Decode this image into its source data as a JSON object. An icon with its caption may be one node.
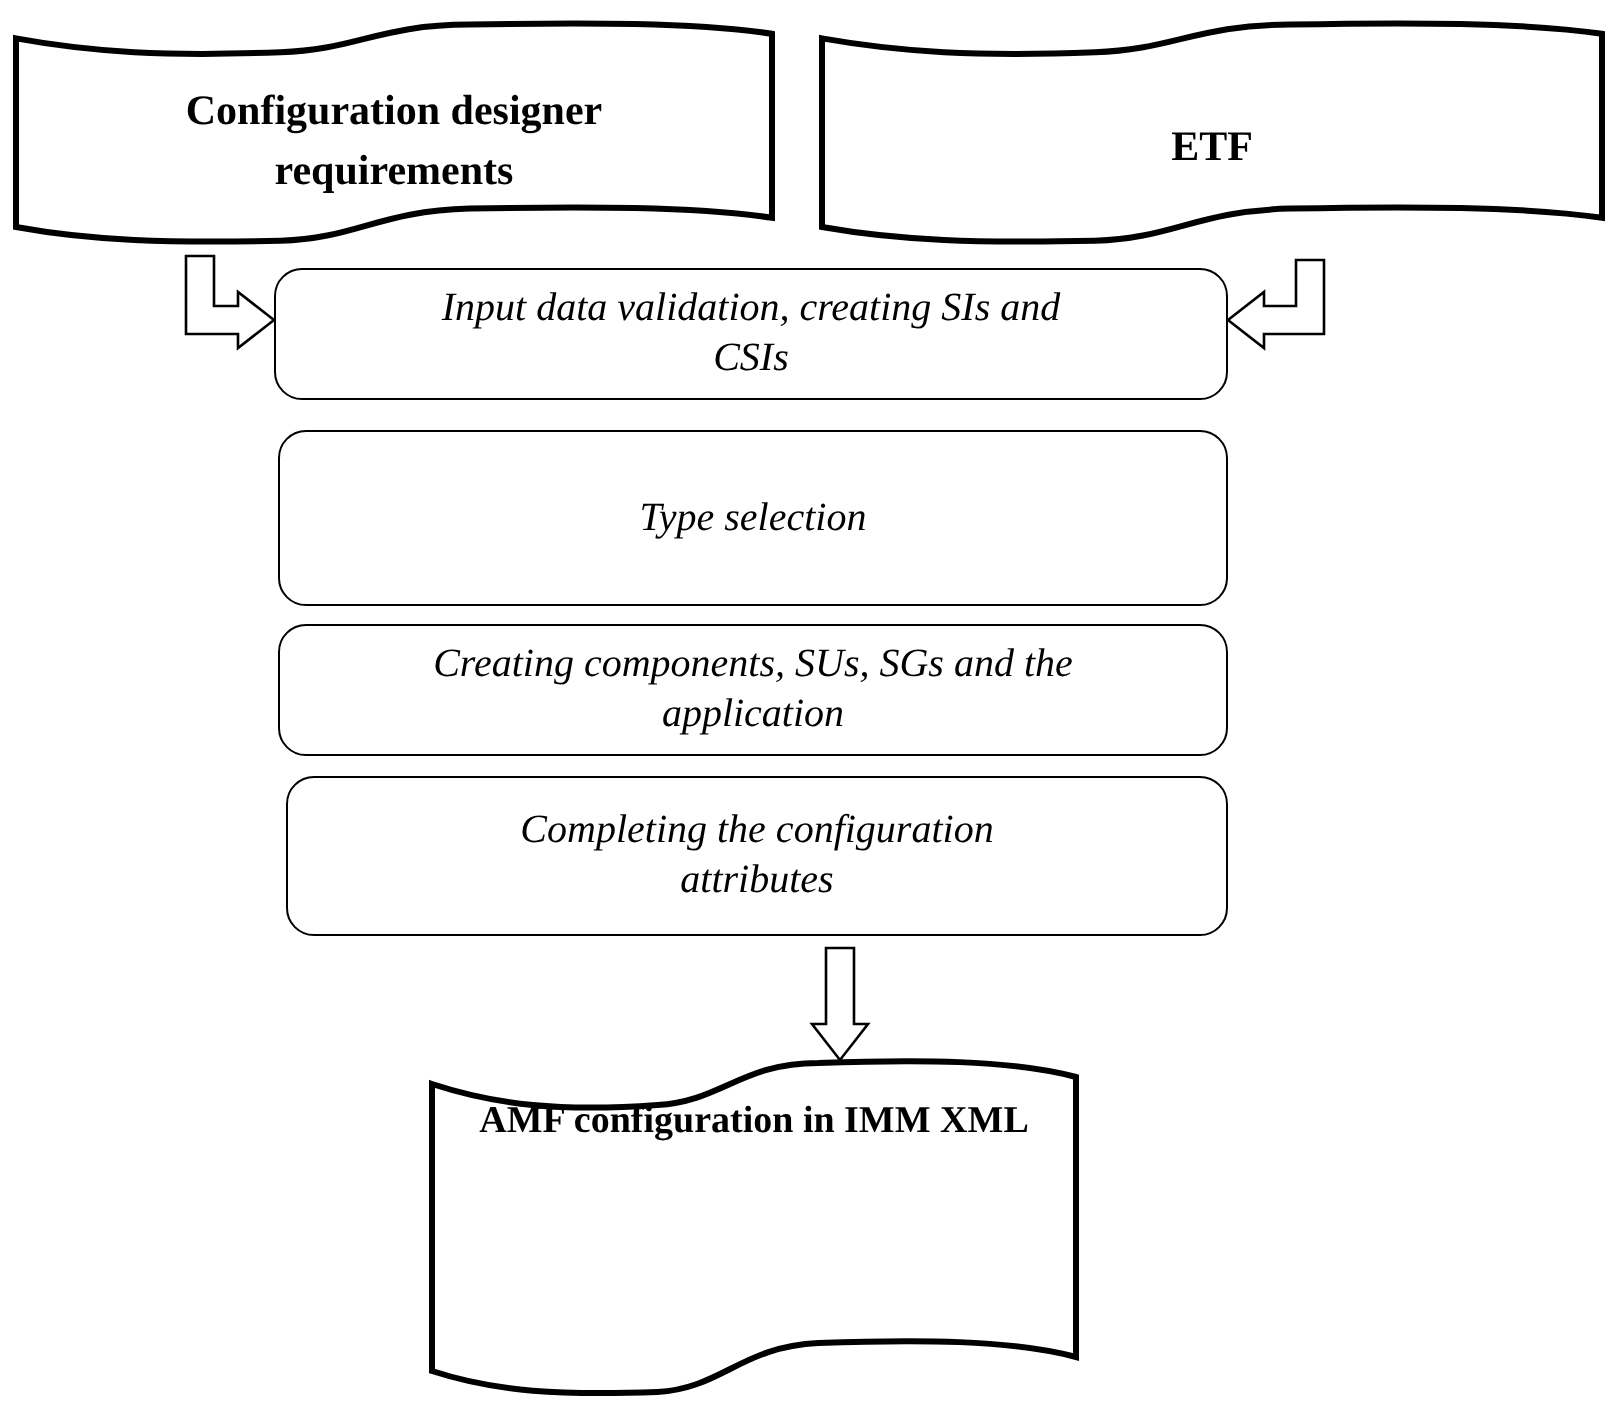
{
  "diagram": {
    "nodes": [
      {
        "text": [
          "Configuration designer requirements"
        ]
      },
      {
        "text": [
          "ETF"
        ]
      },
      {
        "text": [
          "Input data validation, creating SIs and CSIs"
        ]
      },
      {
        "text": [
          "Type selection"
        ]
      },
      {
        "text": [
          "Creating components, SUs, SGs and the application"
        ]
      },
      {
        "text": [
          "Completing the configuration attributes"
        ]
      },
      {
        "text": [
          "AMF configuration in IMM XML"
        ]
      }
    ],
    "edges": [
      {
        "from": 0,
        "to": 2,
        "arrow": "to"
      },
      {
        "from": 1,
        "to": 2,
        "arrow": "to"
      },
      {
        "from": 5,
        "to": 6,
        "arrow": "to"
      }
    ]
  }
}
